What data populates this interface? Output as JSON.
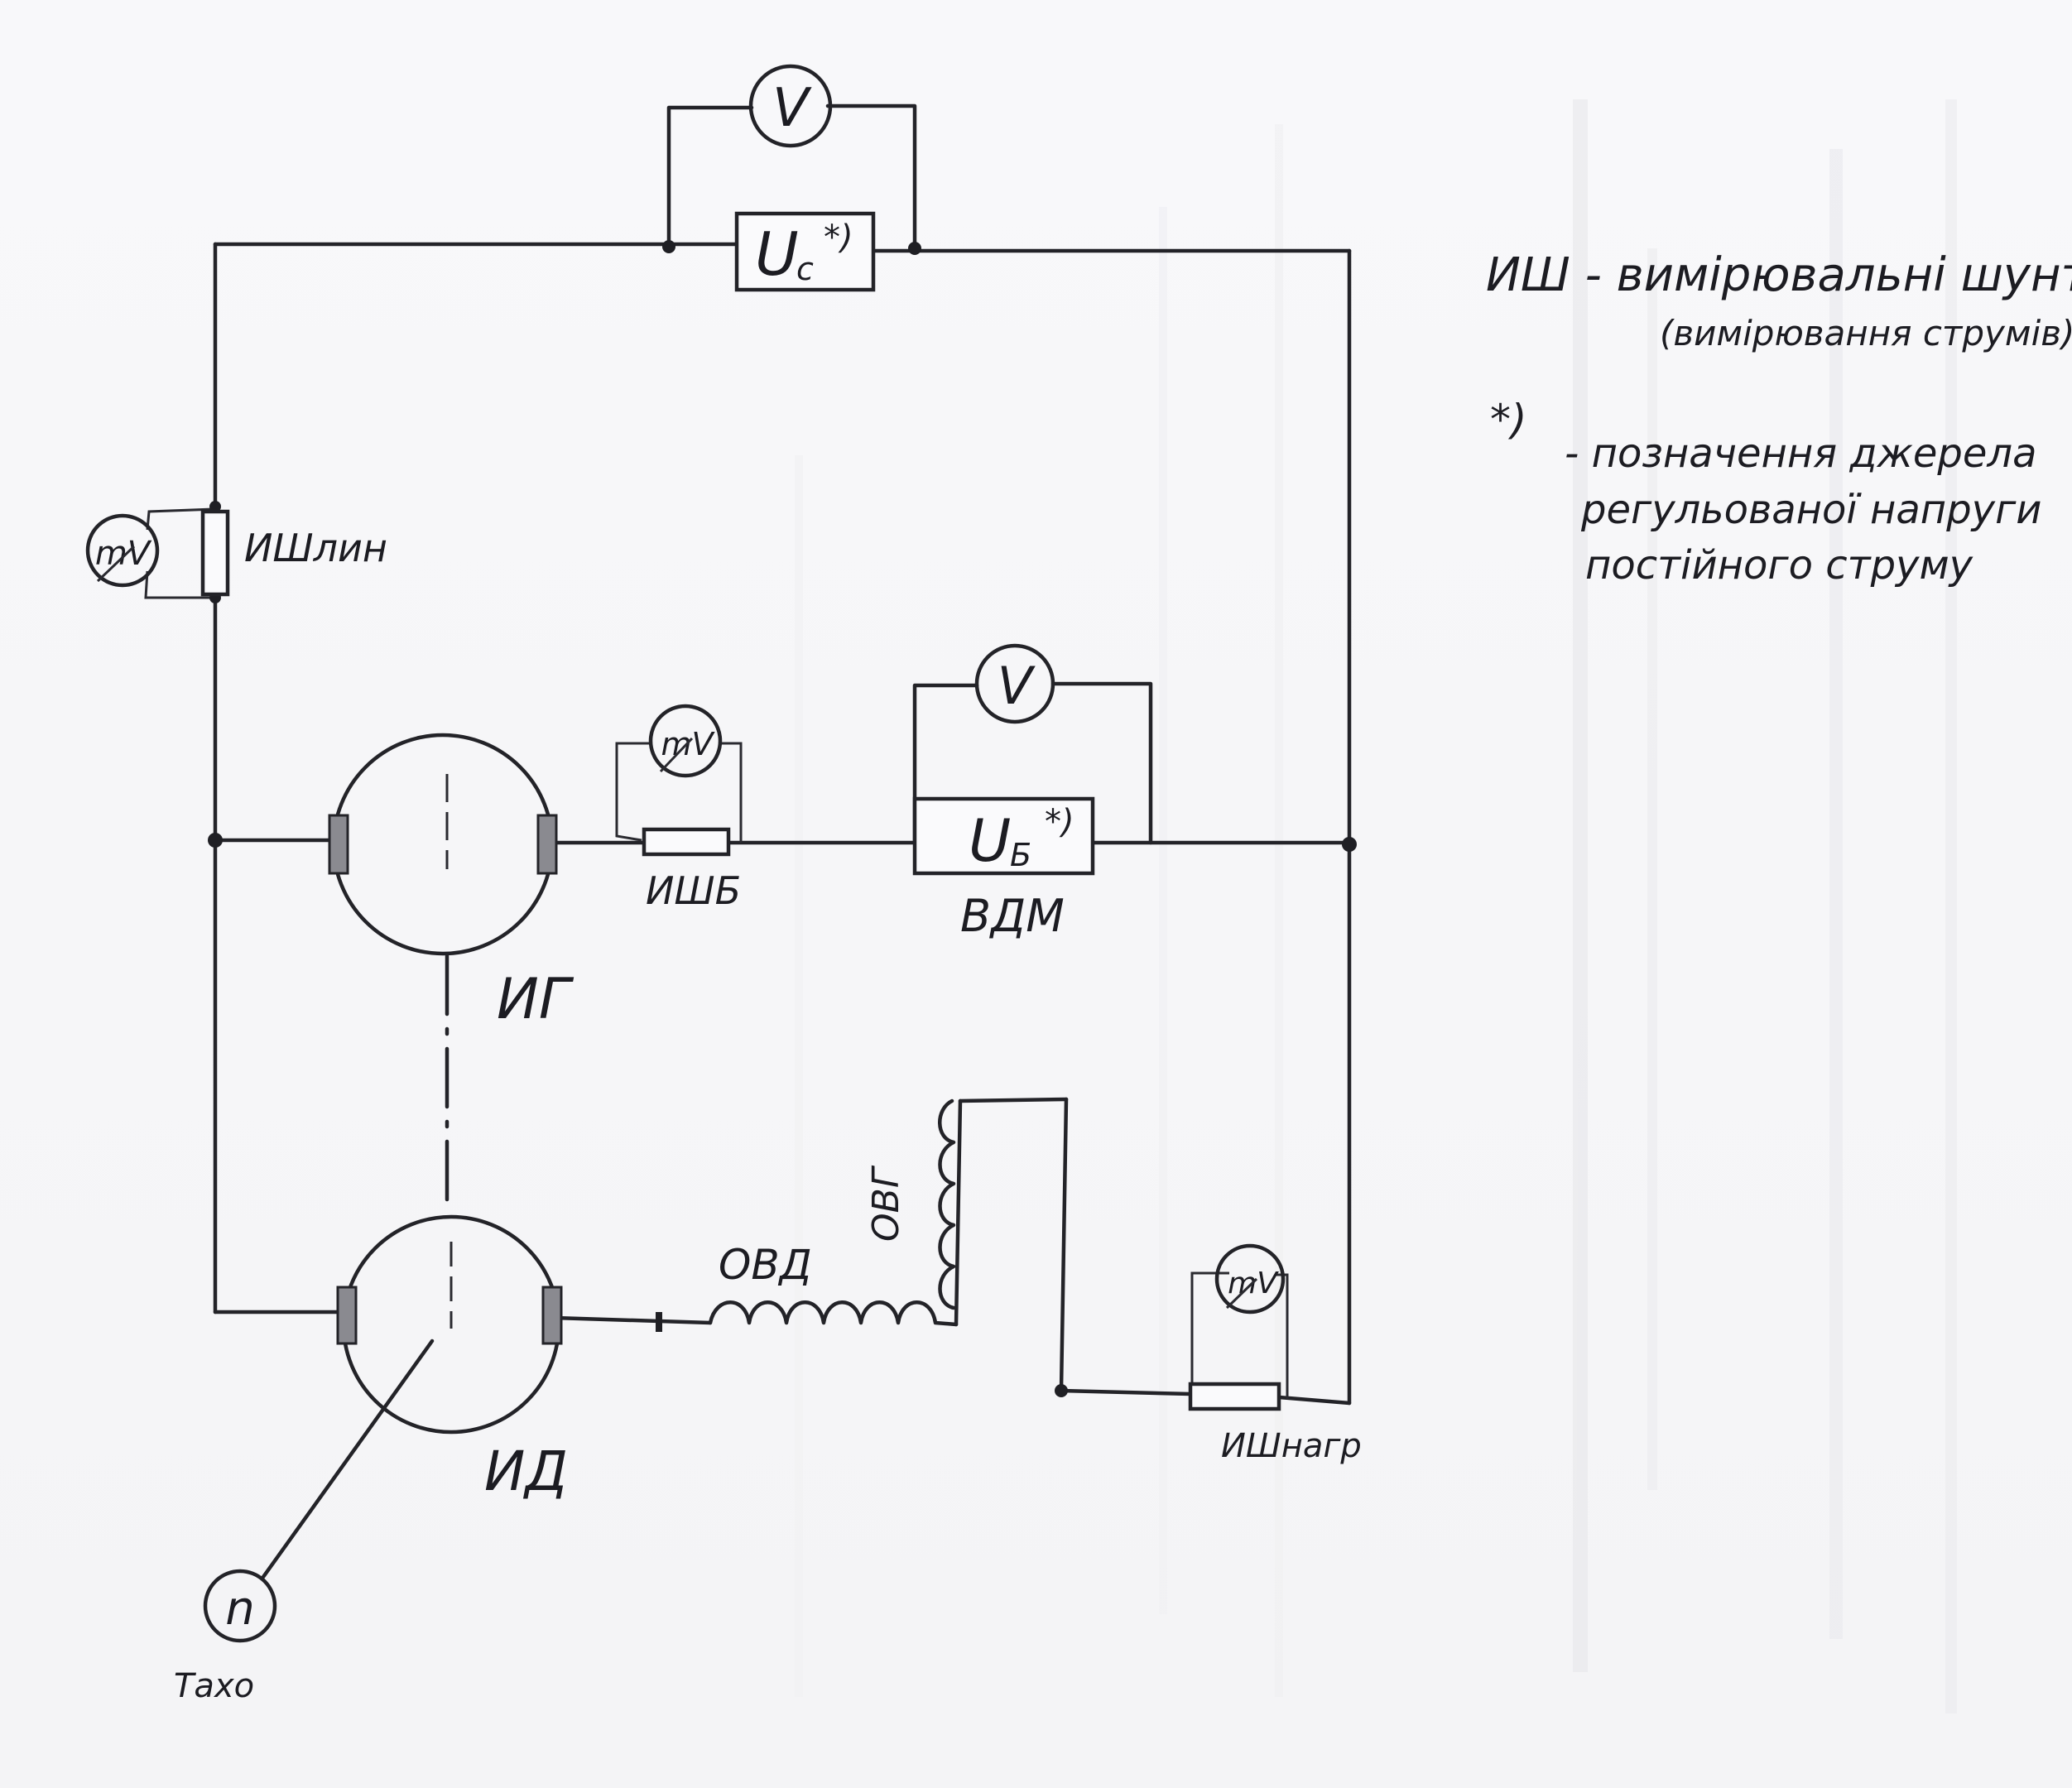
{
  "diagram": {
    "labels": {
      "shunt_line": "ИШлин",
      "shunt_b": "ИШБ",
      "shunt_load": "ИШнагр",
      "generator": "ИГ",
      "motor": "ИД",
      "source_c_letter": "U",
      "source_c_sub": "с",
      "source_c_mark": "*)",
      "source_b_letter": "U",
      "source_b_sub": "Б",
      "source_b_mark": "*)",
      "vdm": "ВДМ",
      "field_generator": "ОВГ",
      "field_motor": "ОВД",
      "voltmeter": "V",
      "millivoltmeter": "mV",
      "tacho_symbol": "n",
      "tacho_label": "Тахо"
    },
    "legend": {
      "line1": "ИШ - вимірювальні шунти",
      "line2": "(вимірювання струмів)",
      "line3_mark": "*)",
      "line3": "- позначення джерела",
      "line4": "регульованої напруги",
      "line5": "постійного струму"
    }
  },
  "colors": {
    "ink": "#232328",
    "paper": "#f7f7f9"
  }
}
